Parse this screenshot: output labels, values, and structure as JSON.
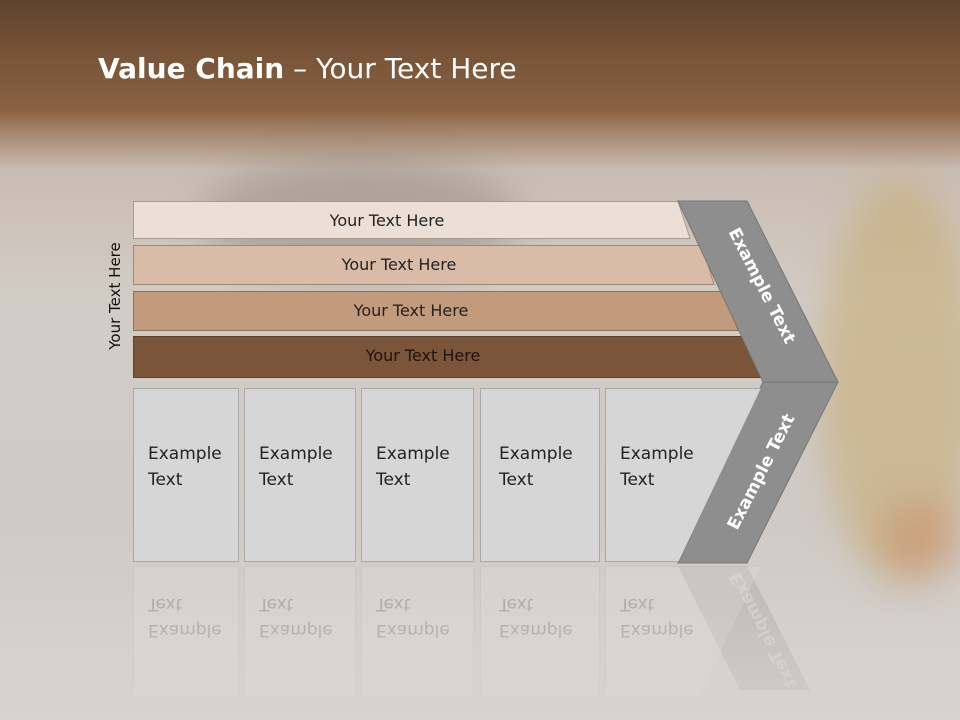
{
  "title": {
    "bold": "Value Chain",
    "rest": " – Your Text Here"
  },
  "side_label": "Your Text Here",
  "rows": [
    {
      "label": "Your Text Here",
      "color": "#ebdfd6"
    },
    {
      "label": "Your Text Here",
      "color": "#d8bca8"
    },
    {
      "label": "Your Text Here",
      "color": "#c29a7c"
    },
    {
      "label": "Your Text Here",
      "color": "#7a553a"
    }
  ],
  "boxes": [
    {
      "line1": "Example",
      "line2": "Text"
    },
    {
      "line1": "Example",
      "line2": "Text"
    },
    {
      "line1": "Example",
      "line2": "Text"
    },
    {
      "line1": "Example",
      "line2": "Text"
    },
    {
      "line1": "Example",
      "line2": "Text"
    }
  ],
  "chevron": {
    "upper_label": "Example Text",
    "lower_label": "Example Text",
    "color": "#8e8e8e"
  }
}
